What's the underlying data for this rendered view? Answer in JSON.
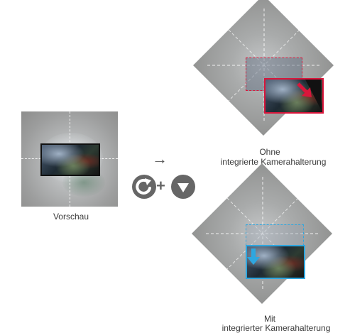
{
  "labels": {
    "preview": "Vorschau",
    "without_line1": "Ohne",
    "without_line2": "integrierte Kamerahalterung",
    "with_line1": "Mit",
    "with_line2": "integrierter Kamerahalterung"
  },
  "operators": {
    "arrow": "→",
    "plus": "+"
  },
  "icons": {
    "rotate": "rotate-icon",
    "tilt_down": "tilt-down-icon",
    "move_diagonal": "arrow-down-right-icon",
    "move_down": "arrow-down-icon"
  },
  "colors": {
    "without_highlight": "#d9163b",
    "with_highlight": "#2ea7e0",
    "preview_frame": "#111111",
    "operator_gray": "#666666"
  }
}
